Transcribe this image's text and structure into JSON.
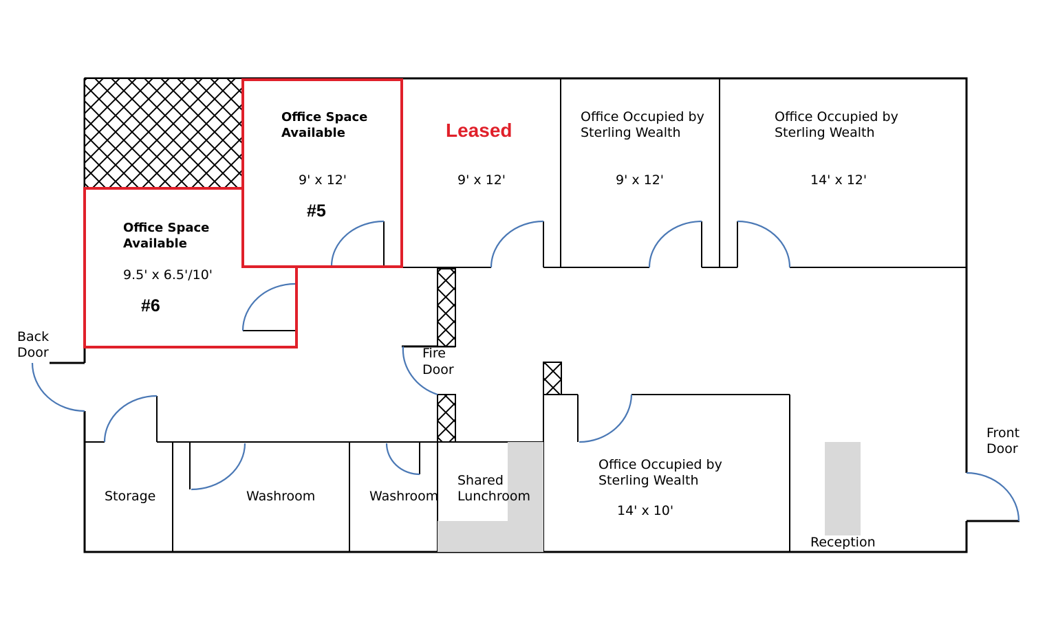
{
  "colors": {
    "highlight": "#e0202a",
    "leased_text": "#e0202a",
    "door_swing": "#4a78b5",
    "counter_fill": "#d9d9d9",
    "walls": "#000000"
  },
  "rooms": {
    "unit5": {
      "title_line1": "Office Space",
      "title_line2": "Available",
      "size": "9' x 12'",
      "number": "#5"
    },
    "unit6": {
      "title_line1": "Office Space",
      "title_line2": "Available",
      "size": "9.5' x 6.5'/10'",
      "number": "#6"
    },
    "leased": {
      "status": "Leased",
      "size": "9' x 12'"
    },
    "sterling_a": {
      "title_line1": "Office Occupied by",
      "title_line2": "Sterling Wealth",
      "size": "9' x 12'"
    },
    "sterling_b": {
      "title_line1": "Office Occupied by",
      "title_line2": "Sterling Wealth",
      "size": "14' x 12'"
    },
    "sterling_c": {
      "title_line1": "Office Occupied by",
      "title_line2": "Sterling Wealth",
      "size": "14' x 10'"
    },
    "storage": {
      "label": "Storage"
    },
    "washroom_1": {
      "label": "Washroom"
    },
    "washroom_2": {
      "label": "Washroom"
    },
    "lunchroom": {
      "line1": "Shared",
      "line2": "Lunchroom"
    },
    "reception": {
      "label": "Reception"
    }
  },
  "doors": {
    "back": {
      "line1": "Back",
      "line2": "Door"
    },
    "front": {
      "line1": "Front",
      "line2": "Door"
    },
    "fire": {
      "line1": "Fire",
      "line2": "Door"
    }
  },
  "icons": {
    "hatch": "crosshatch-pattern",
    "door": "door-swing-icon"
  }
}
